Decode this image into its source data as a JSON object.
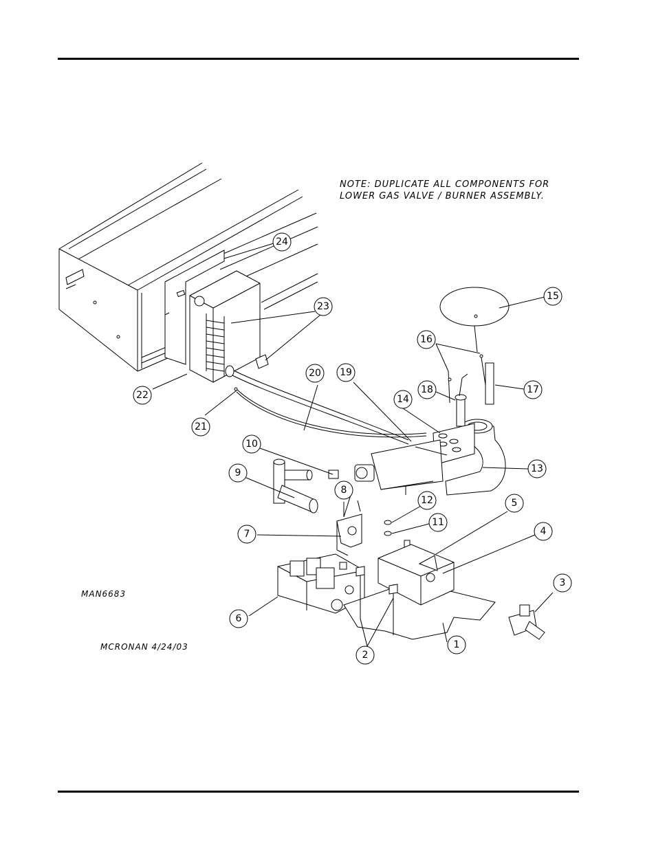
{
  "note": {
    "line1": "NOTE: DUPLICATE ALL COMPONENTS FOR",
    "line2": "LOWER GAS VALVE / BURNER ASSEMBLY."
  },
  "drawing_number": "MAN6683",
  "author_date": "MCRONAN 4/24/03",
  "callouts": [
    {
      "id": "1",
      "label": "1"
    },
    {
      "id": "2",
      "label": "2"
    },
    {
      "id": "3",
      "label": "3"
    },
    {
      "id": "4",
      "label": "4"
    },
    {
      "id": "5",
      "label": "5"
    },
    {
      "id": "6",
      "label": "6"
    },
    {
      "id": "7",
      "label": "7"
    },
    {
      "id": "8",
      "label": "8"
    },
    {
      "id": "9",
      "label": "9"
    },
    {
      "id": "10",
      "label": "10"
    },
    {
      "id": "11",
      "label": "11"
    },
    {
      "id": "12",
      "label": "12"
    },
    {
      "id": "13",
      "label": "13"
    },
    {
      "id": "14",
      "label": "14"
    },
    {
      "id": "15",
      "label": "15"
    },
    {
      "id": "16",
      "label": "16"
    },
    {
      "id": "17",
      "label": "17"
    },
    {
      "id": "18",
      "label": "18"
    },
    {
      "id": "19",
      "label": "19"
    },
    {
      "id": "20",
      "label": "20"
    },
    {
      "id": "21",
      "label": "21"
    },
    {
      "id": "22",
      "label": "22"
    },
    {
      "id": "23",
      "label": "23"
    },
    {
      "id": "24",
      "label": "24"
    }
  ]
}
